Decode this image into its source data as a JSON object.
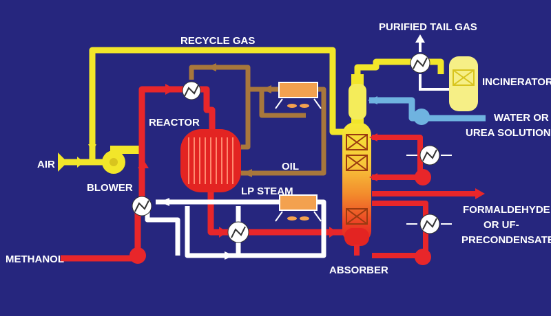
{
  "colors": {
    "background": "#26267e",
    "recycle_gas": "#f2e62a",
    "air": "#f2e62a",
    "methanol": "#e8262a",
    "oil": "#a8773c",
    "steam": "#ffffff",
    "water": "#6fb3e0",
    "reactor": "#e32422",
    "cooler": "#f3a14f"
  },
  "labels": {
    "recycle_gas": "RECYCLE GAS",
    "purified_tail_gas": "PURIFIED TAIL GAS",
    "incinerator": "INCINERATOR",
    "water_line1": "WATER OR",
    "water_line2": "UREA SOLUTION",
    "reactor": "REACTOR",
    "oil": "OIL",
    "air": "AIR",
    "blower": "BLOWER",
    "lp_steam": "LP STEAM",
    "formaldehyde_line1": "FORMALDEHYDE",
    "formaldehyde_line2": "OR UF-",
    "formaldehyde_line3": "PRECONDENSATE",
    "methanol": "METHANOL",
    "absorber": "ABSORBER"
  },
  "icons": [
    "heat-exchanger-icon",
    "blower-icon",
    "cooler-fan-icon",
    "flow-arrow-icon"
  ]
}
